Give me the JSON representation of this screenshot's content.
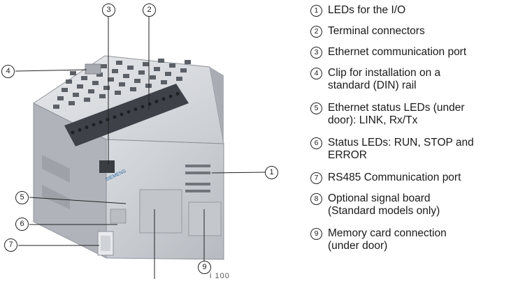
{
  "legend": [
    {
      "num": "1",
      "text": "LEDs for the I/O"
    },
    {
      "num": "2",
      "text": "Terminal connectors"
    },
    {
      "num": "3",
      "text": "Ethernet communication port"
    },
    {
      "num": "4",
      "text": "Clip for installation on a\nstandard (DIN) rail"
    },
    {
      "num": "5",
      "text": "Ethernet status LEDs (under\ndoor): LINK, Rx/Tx"
    },
    {
      "num": "6",
      "text": "Status LEDs: RUN, STOP and\nERROR"
    },
    {
      "num": "7",
      "text": "RS485 Communication port"
    },
    {
      "num": "8",
      "text": "Optional signal board\n(Standard models only)"
    },
    {
      "num": "9",
      "text": "Memory card connection\n(under door)"
    }
  ],
  "callouts": {
    "c1": "1",
    "c2": "2",
    "c3": "3",
    "c4": "4",
    "c5": "5",
    "c6": "6",
    "c7": "7",
    "c9": "9"
  },
  "device": {
    "brand": "SIEMENS"
  },
  "caption_fragment": "i        100"
}
